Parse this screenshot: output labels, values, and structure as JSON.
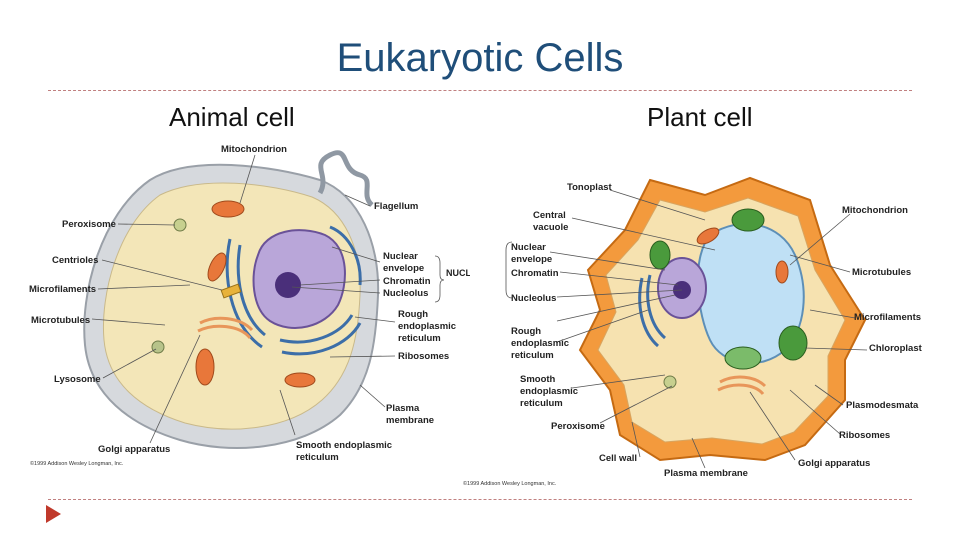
{
  "slide": {
    "title": "Eukaryotic Cells",
    "accent_color": "#1f4e79",
    "rule_color": "#c08080",
    "nav_icon": "triangle-right-icon",
    "nav_color": "#c0392b"
  },
  "animal": {
    "heading": "Animal cell",
    "labels": {
      "mitochondrion": "Mitochondrion",
      "flagellum": "Flagellum",
      "peroxisome": "Peroxisome",
      "centrioles": "Centrioles",
      "microfilaments": "Microfilaments",
      "microtubules": "Microtubules",
      "lysosome": "Lysosome",
      "golgi": "Golgi apparatus",
      "nuclear_envelope_1": "Nuclear",
      "nuclear_envelope_2": "envelope",
      "chromatin": "Chromatin",
      "nucleolus": "Nucleolus",
      "nucleus_group": "NUCLEUS",
      "rough_er_1": "Rough",
      "rough_er_2": "endoplasmic",
      "rough_er_3": "reticulum",
      "ribosomes": "Ribosomes",
      "plasma_1": "Plasma",
      "plasma_2": "membrane",
      "smooth_er_1": "Smooth endoplasmic",
      "smooth_er_2": "reticulum"
    },
    "copyright": "©1999 Addison Wesley Longman, Inc."
  },
  "plant": {
    "heading": "Plant cell",
    "labels": {
      "tonoplast": "Tonoplast",
      "central_vacuole_1": "Central",
      "central_vacuole_2": "vacuole",
      "nuclear_envelope_1": "Nuclear",
      "nuclear_envelope_2": "envelope",
      "chromatin": "Chromatin",
      "nucleolus": "Nucleolus",
      "rough_er_1": "Rough",
      "rough_er_2": "endoplasmic",
      "rough_er_3": "reticulum",
      "smooth_er_1": "Smooth",
      "smooth_er_2": "endoplasmic",
      "smooth_er_3": "reticulum",
      "peroxisome": "Peroxisome",
      "cell_wall": "Cell wall",
      "plasma_membrane": "Plasma membrane",
      "golgi": "Golgi apparatus",
      "ribosomes": "Ribosomes",
      "plasmodesmata": "Plasmodesmata",
      "chloroplast": "Chloroplast",
      "microfilaments": "Microfilaments",
      "microtubules": "Microtubules",
      "mitochondrion": "Mitochondrion"
    },
    "copyright": "©1999 Addison Wesley Longman, Inc."
  }
}
